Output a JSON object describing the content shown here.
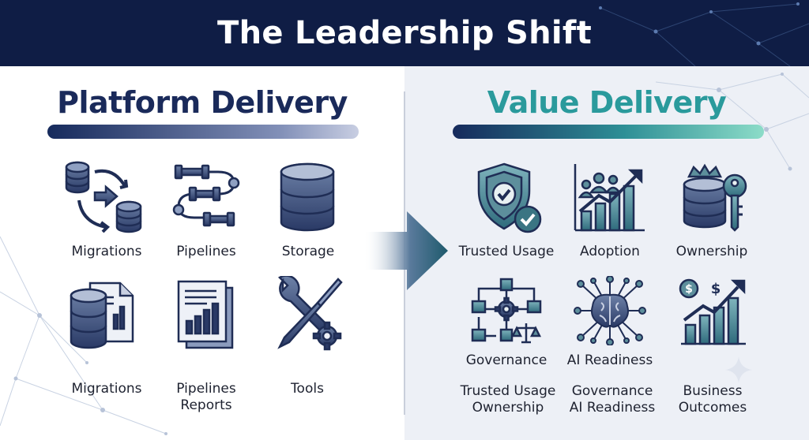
{
  "header": {
    "title": "The Leadership Shift"
  },
  "left": {
    "title": "Platform Delivery",
    "items": [
      {
        "label": "Migrations",
        "icon": "database-migration-icon"
      },
      {
        "label": "Pipelines",
        "icon": "pipeline-icon"
      },
      {
        "label": "Storage",
        "icon": "database-storage-icon"
      },
      {
        "label": "Migrations",
        "icon": "database-document-icon"
      },
      {
        "label": "Pipelines Reports",
        "line1": "Pipelines",
        "line2": "Reports",
        "icon": "report-icon"
      },
      {
        "label": "Tools",
        "icon": "wrench-screwdriver-gear-icon"
      }
    ]
  },
  "right": {
    "title": "Value Delivery",
    "items": [
      {
        "label": "Trusted Usage",
        "icon": "shield-check-icon"
      },
      {
        "label": "Adoption",
        "icon": "people-growth-chart-icon"
      },
      {
        "label": "Ownership",
        "icon": "crown-database-key-icon"
      },
      {
        "label": "Governance",
        "icon": "gear-network-scales-icon"
      },
      {
        "label": "AI Readiness",
        "icon": "brain-network-icon"
      },
      {
        "label": "",
        "icon": "money-growth-chart-icon"
      }
    ],
    "extra_labels": [
      {
        "line1": "Trusted Usage",
        "line2": "Ownership"
      },
      {
        "line1": "Governance",
        "line2": "AI Readiness"
      },
      {
        "line1": "Business",
        "line2": "Outcomes"
      }
    ]
  },
  "colors": {
    "header_bg": "#0f1d45",
    "left_title": "#1a2a5a",
    "right_title": "#2a9a9c",
    "icon_dark": "#26345e",
    "icon_teal": "#3a8f96"
  }
}
